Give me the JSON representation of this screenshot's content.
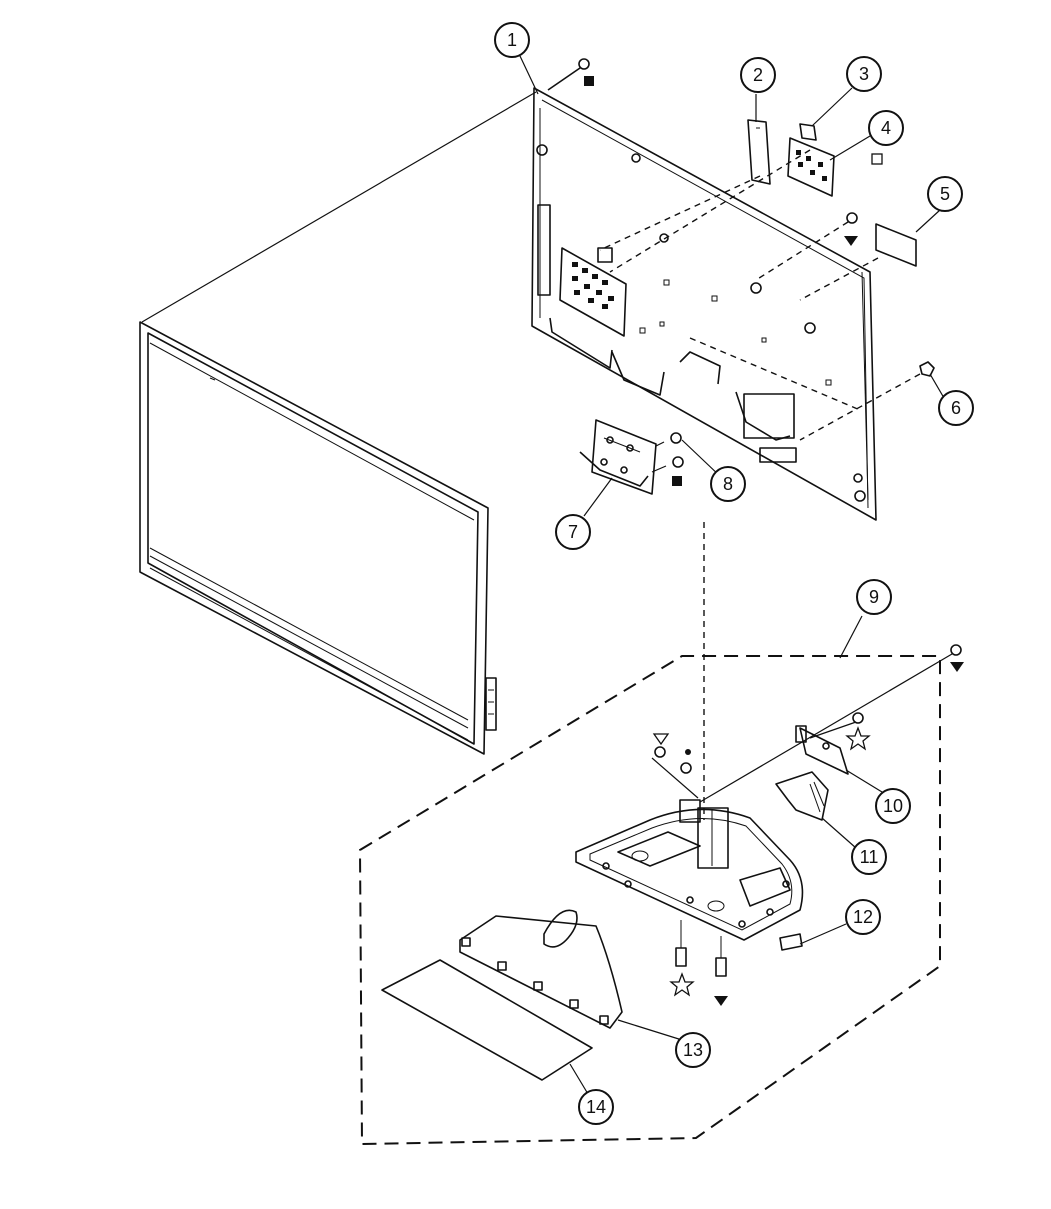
{
  "callouts": [
    {
      "id": "c1",
      "label": "1"
    },
    {
      "id": "c2",
      "label": "2"
    },
    {
      "id": "c3",
      "label": "3"
    },
    {
      "id": "c4",
      "label": "4"
    },
    {
      "id": "c5",
      "label": "5"
    },
    {
      "id": "c6",
      "label": "6"
    },
    {
      "id": "c7",
      "label": "7"
    },
    {
      "id": "c8",
      "label": "8"
    },
    {
      "id": "c9",
      "label": "9"
    },
    {
      "id": "c10",
      "label": "10"
    },
    {
      "id": "c11",
      "label": "11"
    },
    {
      "id": "c12",
      "label": "12"
    },
    {
      "id": "c13",
      "label": "13"
    },
    {
      "id": "c14",
      "label": "14"
    }
  ],
  "symbols": {
    "filled_square": "filled-square-symbol",
    "open_square": "open-square-symbol",
    "filled_triangle": "filled-triangle-symbol",
    "open_triangle": "open-triangle-symbol",
    "star": "star-symbol",
    "dot": "dot-symbol"
  },
  "colors": {
    "ink": "#111111",
    "paper": "#ffffff"
  }
}
